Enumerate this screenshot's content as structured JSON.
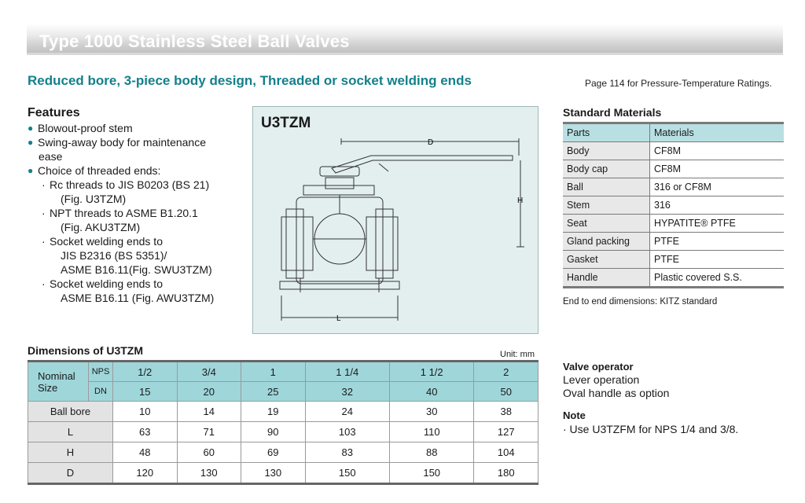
{
  "banner_title": "Type 1000 Stainless Steel Ball Valves",
  "subtitle": "Reduced bore, 3-piece body design, Threaded or socket welding ends",
  "page_ref": "Page 114 for Pressure-Temperature Ratings.",
  "features": {
    "heading": "Features",
    "items": [
      "Blowout-proof stem",
      "Swing-away body for maintenance",
      "ease",
      "Choice of threaded ends:",
      "Rc threads to JIS B0203 (BS 21)",
      "(Fig. U3TZM)",
      "NPT threads to ASME B1.20.1",
      "(Fig. AKU3TZM)",
      "Socket welding ends to",
      "JIS B2316 (BS 5351)/",
      "ASME B16.11(Fig. SWU3TZM)",
      "Socket welding ends to",
      "ASME B16.11 (Fig. AWU3TZM)"
    ]
  },
  "drawing": {
    "model": "U3TZM",
    "dim_d": "D",
    "dim_h": "H",
    "dim_l": "L"
  },
  "materials": {
    "heading": "Standard Materials",
    "header": [
      "Parts",
      "Materials"
    ],
    "rows": [
      [
        "Body",
        "CF8M"
      ],
      [
        "Body cap",
        "CF8M"
      ],
      [
        "Ball",
        "316 or CF8M"
      ],
      [
        "Stem",
        "316"
      ],
      [
        "Seat",
        "HYPATITE® PTFE"
      ],
      [
        "Gland packing",
        "PTFE"
      ],
      [
        "Gasket",
        "PTFE"
      ],
      [
        "Handle",
        "Plastic covered S.S."
      ]
    ],
    "note": "End to end dimensions: KITZ standard"
  },
  "dimensions": {
    "heading": "Dimensions of U3TZM",
    "unit": "Unit: mm",
    "nominal_label": "Nominal Size",
    "nps_label": "NPS",
    "dn_label": "DN",
    "nps": [
      "1/2",
      "3/4",
      "1",
      "1 1/4",
      "1 1/2",
      "2"
    ],
    "dn": [
      "15",
      "20",
      "25",
      "32",
      "40",
      "50"
    ],
    "rows": [
      {
        "label": "Ball bore",
        "values": [
          "10",
          "14",
          "19",
          "24",
          "30",
          "38"
        ]
      },
      {
        "label": "L",
        "values": [
          "63",
          "71",
          "90",
          "103",
          "110",
          "127"
        ]
      },
      {
        "label": "H",
        "values": [
          "48",
          "60",
          "69",
          "83",
          "88",
          "104"
        ]
      },
      {
        "label": "D",
        "values": [
          "120",
          "130",
          "130",
          "150",
          "150",
          "180"
        ]
      }
    ]
  },
  "valve_operator": {
    "heading": "Valve operator",
    "line1": "Lever operation",
    "line2": "Oval handle as option"
  },
  "note": {
    "heading": "Note",
    "text": "· Use U3TZFM for NPS 1/4 and 3/8."
  },
  "colors": {
    "accent": "#14808b",
    "table_header": "#9fd6da",
    "materials_header": "#b8e0e3",
    "drawing_bg": "#e3efef"
  }
}
